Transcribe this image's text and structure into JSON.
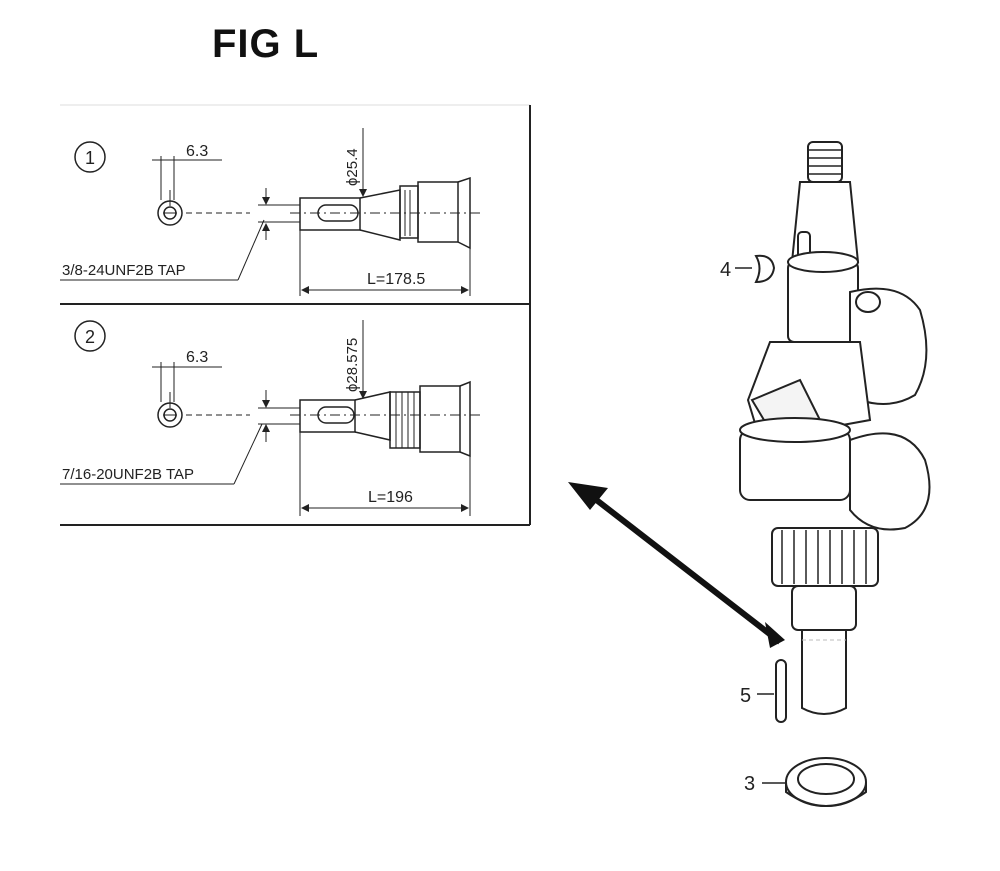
{
  "title": "FIG L",
  "variants": [
    {
      "index": "1",
      "offset": "6.3",
      "diameter": "ϕ25.4",
      "tap": "3/8-24UNF2B TAP",
      "length": "L=178.5"
    },
    {
      "index": "2",
      "offset": "6.3",
      "diameter": "ϕ28.575",
      "tap": "7/16-20UNF2B TAP",
      "length": "L=196"
    }
  ],
  "callouts": [
    {
      "label": "4",
      "part": "key"
    },
    {
      "label": "5",
      "part": "key"
    },
    {
      "label": "3",
      "part": "oil-seal"
    }
  ]
}
